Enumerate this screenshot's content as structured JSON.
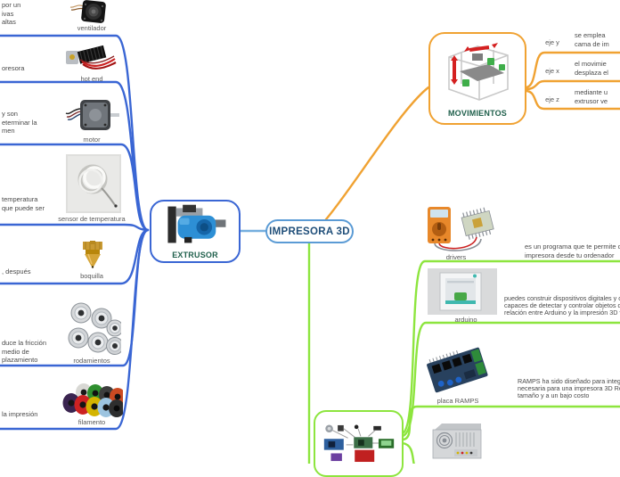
{
  "title": {
    "label": "IMPRESORA 3D"
  },
  "colors": {
    "blue_branch": "#3a66d4",
    "light_blue_border": "#5b9bd5",
    "connector_light_blue": "#74aede",
    "orange_branch": "#f0a232",
    "green_branch": "#8de53e",
    "title_text": "#1f4e79",
    "branch_title_text": "#20604c",
    "label_text": "#595959"
  },
  "extrusor": {
    "label": "EXTRUSOR",
    "image": "extruder-photo",
    "children": [
      {
        "label": "ventilador",
        "image": "fan-photo",
        "desc_lines": [
          "por un",
          "ivas",
          "altas"
        ]
      },
      {
        "label": "hot end",
        "image": "hotend-photo",
        "desc_lines": [
          "oresora"
        ]
      },
      {
        "label": "motor",
        "image": "stepper-motor-photo",
        "desc_lines": [
          "y son",
          "eterminar la",
          "men"
        ]
      },
      {
        "label": "sensor de temperatura",
        "image": "thermistor-cable-photo",
        "desc_lines": [
          "temperatura",
          "que puede ser"
        ]
      },
      {
        "label": "boquilla",
        "image": "brass-nozzle-photo",
        "desc_lines": [
          ", después"
        ]
      },
      {
        "label": "rodamientos",
        "image": "bearings-photo",
        "desc_lines": [
          "duce la fricción",
          "medio de",
          "plazamiento"
        ]
      },
      {
        "label": "filamento",
        "image": "filament-spools-photo",
        "desc_lines": [
          "la impresión"
        ]
      }
    ]
  },
  "movimientos": {
    "label": "MOVIMIENTOS",
    "image": "printer-axes-photo",
    "children": [
      {
        "label": "eje y",
        "desc_lines": [
          "se emplea",
          "cama de im"
        ]
      },
      {
        "label": "eje x",
        "desc_lines": [
          "el movimie",
          "desplaza el"
        ]
      },
      {
        "label": "eje z",
        "desc_lines": [
          "mediante u",
          "extrusor ve"
        ]
      }
    ]
  },
  "electronica": {
    "image": "electronics-wiring-photo",
    "children": [
      {
        "label": "drivers",
        "image": "multimeter-driver-photo",
        "desc_lines": [
          "es un programa que te permite contro",
          "impresora desde tu ordenador"
        ]
      },
      {
        "label": "arduino",
        "image": "printer-box-photo",
        "desc_lines": [
          "puedes construir dispositivos digitales y o",
          "capaces de detectar y controlar objetos d",
          "relación entre Arduino y la impresión 3D v"
        ]
      },
      {
        "label": "placa RAMPS",
        "image": "ramps-board-photo",
        "desc_lines": [
          "RAMPS ha sido diseñado para integrar to",
          "necesaria para una impresora 3D RepRap",
          "tamaño y a un bajo costo"
        ]
      },
      {
        "image": "power-supply-photo"
      }
    ]
  }
}
